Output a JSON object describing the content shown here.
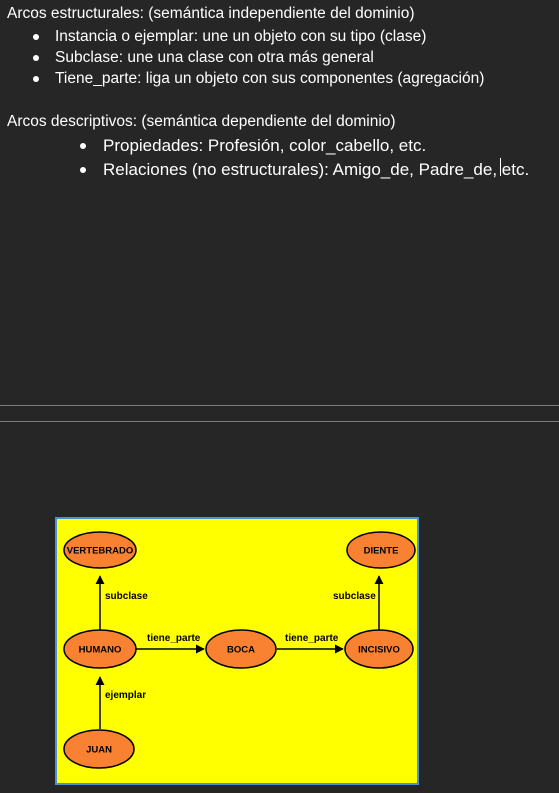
{
  "structural": {
    "heading": "Arcos estructurales: (semántica independiente del dominio)",
    "items": [
      "Instancia o ejemplar: une un objeto con su tipo (clase)",
      "Subclase: une una clase con otra más general",
      "Tiene_parte: liga un objeto con sus componentes (agregación)"
    ]
  },
  "descriptive": {
    "heading": "Arcos descriptivos: (semántica dependiente del dominio)",
    "items": [
      "Propiedades: Profesión, color_cabello, etc.",
      "Relaciones (no estructurales): Amigo_de, Padre_de, etc."
    ]
  },
  "diagram": {
    "colors": {
      "background": "#ffff00",
      "border": "#4a90d9",
      "node": "#f98232",
      "node_stroke": "#000000"
    },
    "nodes": {
      "vertebrado": "VERTEBRADO",
      "diente": "DIENTE",
      "humano": "HUMANO",
      "boca": "BOCA",
      "incisivo": "INCISIVO",
      "juan": "JUAN"
    },
    "edges": {
      "subclase_left": "subclase",
      "subclase_right": "subclase",
      "tiene_parte_1": "tiene_parte",
      "tiene_parte_2": "tiene_parte",
      "ejemplar": "ejemplar"
    }
  }
}
